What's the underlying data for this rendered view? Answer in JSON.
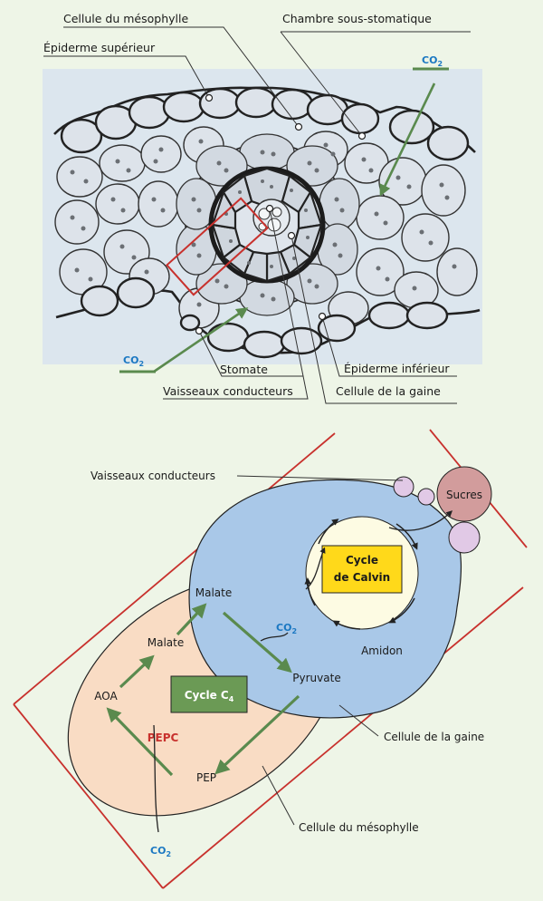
{
  "colors": {
    "background": "#eef5e7",
    "photo_bg": "#dce6ee",
    "co2_blue": "#1b78c2",
    "arrow_green": "#5a8a4e",
    "frame_red": "#c8312d",
    "sheath_blue": "#a9c8e8",
    "mesophyll_peach": "#f9dcc4",
    "calvin_yellow": "#ffd91a",
    "calvin_circle": "#fdfbe3",
    "c4_green": "#6b9a55",
    "sucres_pink": "#d29c9c",
    "vessel_lilac": "#e1c9e6",
    "pepc_red": "#c8312d"
  },
  "top": {
    "label_mesophyll": "Cellule du mésophylle",
    "label_chambre": "Chambre sous-stomatique",
    "label_epi_sup": "Épiderme supérieur",
    "label_stomate": "Stomate",
    "label_vaisseaux": "Vaisseaux conducteurs",
    "label_epi_inf": "Épiderme inférieur",
    "label_gaine": "Cellule de la gaine",
    "co2_main": "CO",
    "co2_sub": "2"
  },
  "bottom": {
    "label_vaisseaux": "Vaisseaux conducteurs",
    "sucres": "Sucres",
    "calvin_line1": "Cycle",
    "calvin_line2": "de Calvin",
    "amidon": "Amidon",
    "malate_top": "Malate",
    "malate_left": "Malate",
    "aoa": "AOA",
    "c4_main": "Cycle C",
    "c4_sub": "4",
    "pyruvate": "Pyruvate",
    "pepc": "PEPC",
    "pep": "PEP",
    "label_gaine": "Cellule de la gaine",
    "label_mesophyll": "Cellule du mésophylle",
    "co2_main": "CO",
    "co2_sub": "2"
  }
}
